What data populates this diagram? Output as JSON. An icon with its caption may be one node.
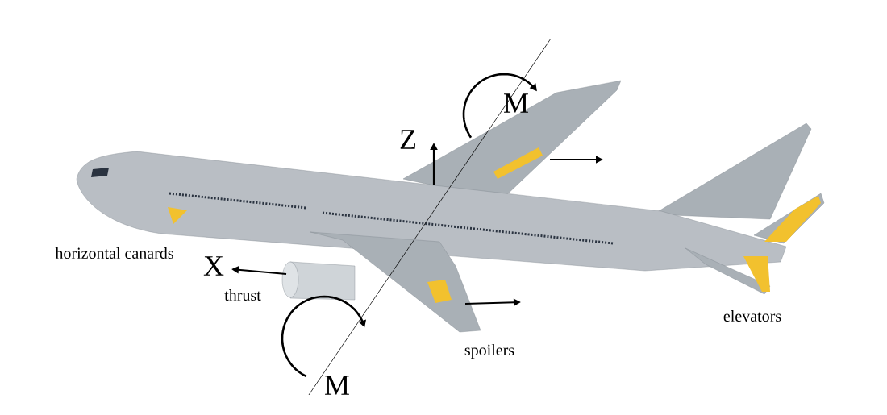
{
  "diagram": {
    "labels": [
      "M",
      "Z",
      "horizontal canards",
      "X",
      "thrust",
      "elevators",
      "spoilers",
      "M"
    ]
  }
}
